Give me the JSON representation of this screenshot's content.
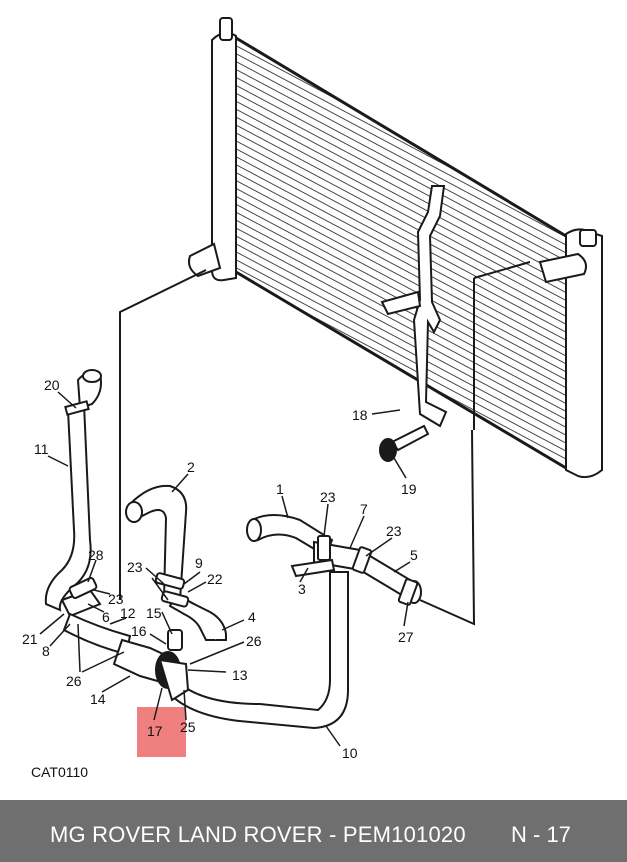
{
  "colors": {
    "highlight": "#f08080",
    "footer_bg": "#6f6f6f",
    "line": "#1a1a1a"
  },
  "catalog_code": "CAT0110",
  "footer": {
    "brand_part": "MG ROVER LAND ROVER - PEM101020",
    "page_ref": "N - 17"
  },
  "highlighted_callout": "17",
  "callouts": {
    "c1": "1",
    "c2": "2",
    "c3": "3",
    "c4": "4",
    "c5": "5",
    "c6": "6",
    "c7": "7",
    "c8": "8",
    "c9": "9",
    "c10": "10",
    "c11": "11",
    "c12": "12",
    "c13": "13",
    "c14": "14",
    "c15": "15",
    "c16": "16",
    "c17": "17",
    "c18": "18",
    "c19": "19",
    "c20": "20",
    "c21": "21",
    "c22": "22",
    "c23a": "23",
    "c23b": "23",
    "c23c": "23",
    "c23d": "23",
    "c25": "25",
    "c26a": "26",
    "c26b": "26",
    "c27": "27",
    "c28": "28"
  }
}
